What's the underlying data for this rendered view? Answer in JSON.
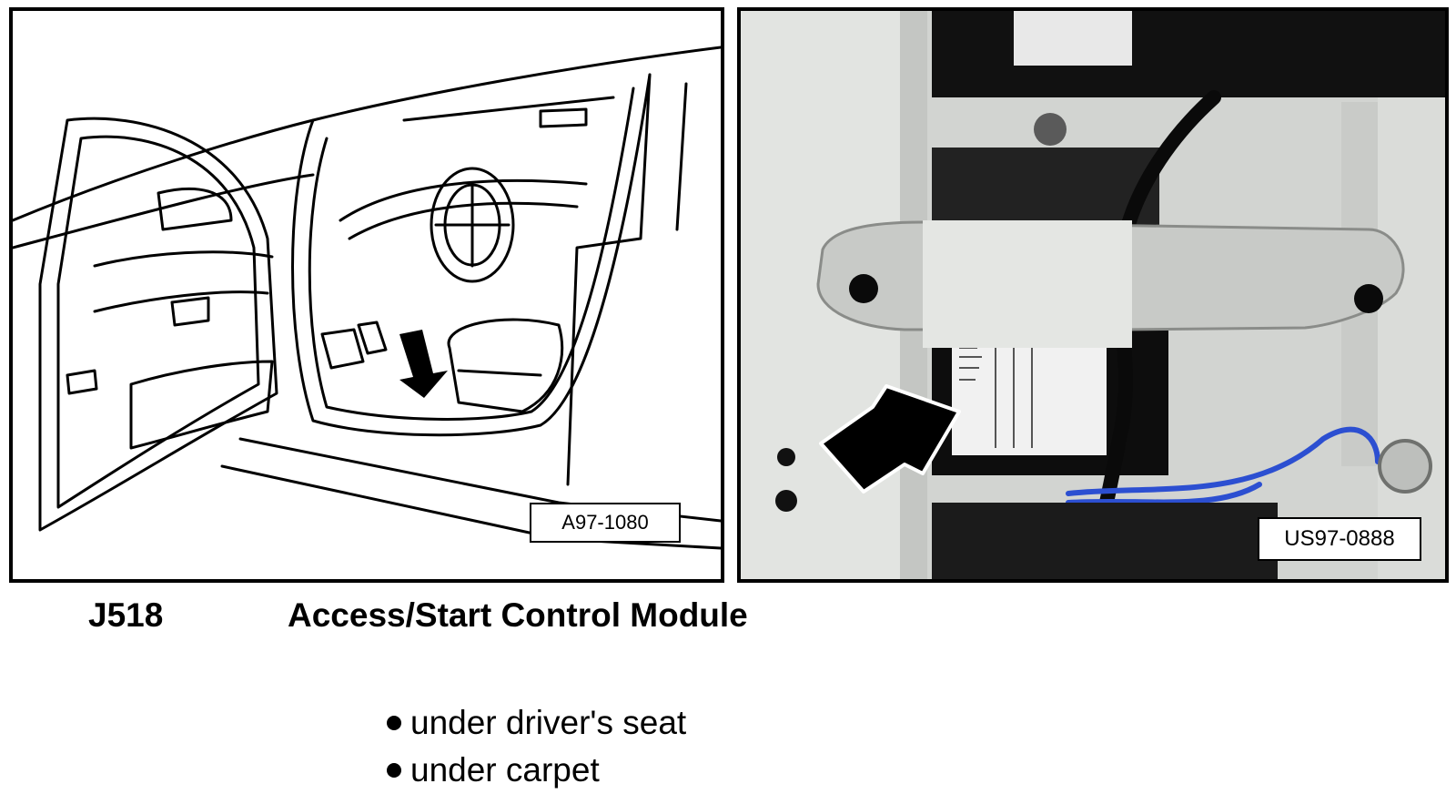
{
  "figures": [
    {
      "reference": "A97-1080",
      "kind": "line-drawing"
    },
    {
      "reference": "US97-0888",
      "kind": "photo"
    }
  ],
  "component": {
    "code": "J518",
    "name": "Access/Start Control Module"
  },
  "locations": [
    "under driver's seat",
    "under carpet"
  ]
}
